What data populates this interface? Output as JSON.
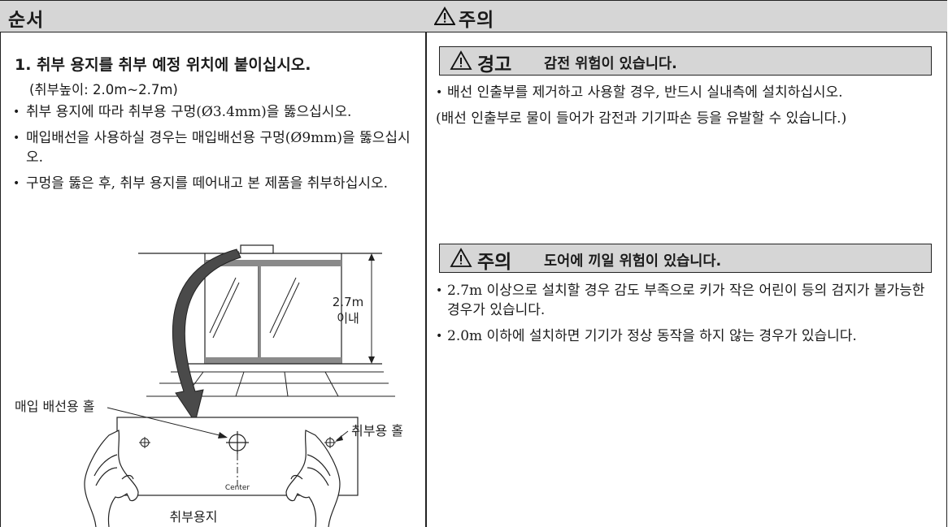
{
  "header": {
    "left_title": "순서",
    "right_title": "주의",
    "right_icon": "warning-triangle-icon"
  },
  "steps": {
    "step1_title": "1. 취부 용지를 취부 예정 위치에 붙이십시오.",
    "step1_height": "(취부높이: 2.0m~2.7m)",
    "bullets": [
      "취부 용지에 따라 취부용 구멍(Ø3.4mm)을 뚫으십시오.",
      "매입배선을 사용하실 경우는 매입배선용 구멍(Ø9mm)을 뚫으십시오.",
      "구멍을 뚫은 후, 취부 용지를 떼어내고 본 제품을 취부하십시오."
    ]
  },
  "diagram": {
    "height_value": "2.7m",
    "height_suffix": "이내",
    "label_wiring_hole": "매입 배선용 홀",
    "label_mount_hole": "취부용 홀",
    "label_center": "Center",
    "label_paper": "취부용지"
  },
  "warning": {
    "keyword": "경고",
    "message": "감전 위험이 있습니다.",
    "bullet": "배선 인출부를 제거하고 사용할 경우, 반드시 실내측에 설치하십시오.",
    "note": "(배선 인출부로 물이 들어가 감전과 기기파손 등을 유발할 수 있습니다.)"
  },
  "caution": {
    "keyword": "주의",
    "message": "도어에 끼일 위험이 있습니다.",
    "bullets": [
      "2.7m 이상으로 설치할 경우 감도 부족으로 키가 작은 어린이 등의 검지가 불가능한 경우가 있습니다.",
      "2.0m 이하에 설치하면 기기가 정상 동작을 하지 않는 경우가 있습니다."
    ]
  },
  "colors": {
    "header_bg": "#d6d6d6",
    "line": "#222222",
    "door_bar": "#8a8a8a"
  }
}
